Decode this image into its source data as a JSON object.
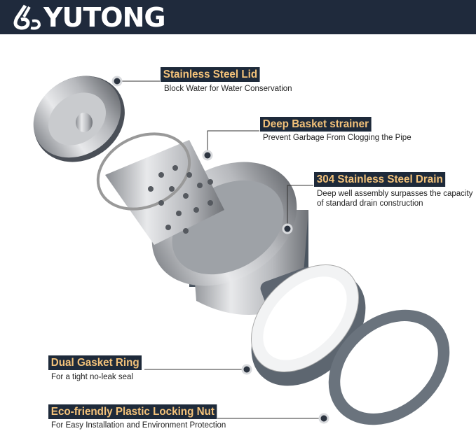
{
  "brand": {
    "name": "YUTONG",
    "header_color": "#1f2a3c"
  },
  "callouts": [
    {
      "title": "Stainless Steel Lid",
      "subtitle": [
        "Block Water for Water Conservation"
      ]
    },
    {
      "title": "Deep Basket strainer",
      "subtitle": [
        "Prevent Garbage From Clogging the Pipe"
      ]
    },
    {
      "title": "304 Stainless Steel Drain",
      "subtitle": [
        "Deep well assembly surpasses the capacity",
        "of standard drain construction"
      ]
    },
    {
      "title": "Dual Gasket Ring",
      "subtitle": [
        "For a tight no-leak seal"
      ]
    },
    {
      "title": "Eco-friendly Plastic Locking Nut",
      "subtitle": [
        "For Easy Installation and Environment Protection"
      ]
    }
  ],
  "colors": {
    "tag_bg": "#1e2a3a",
    "tag_text": "#f3c27a"
  }
}
